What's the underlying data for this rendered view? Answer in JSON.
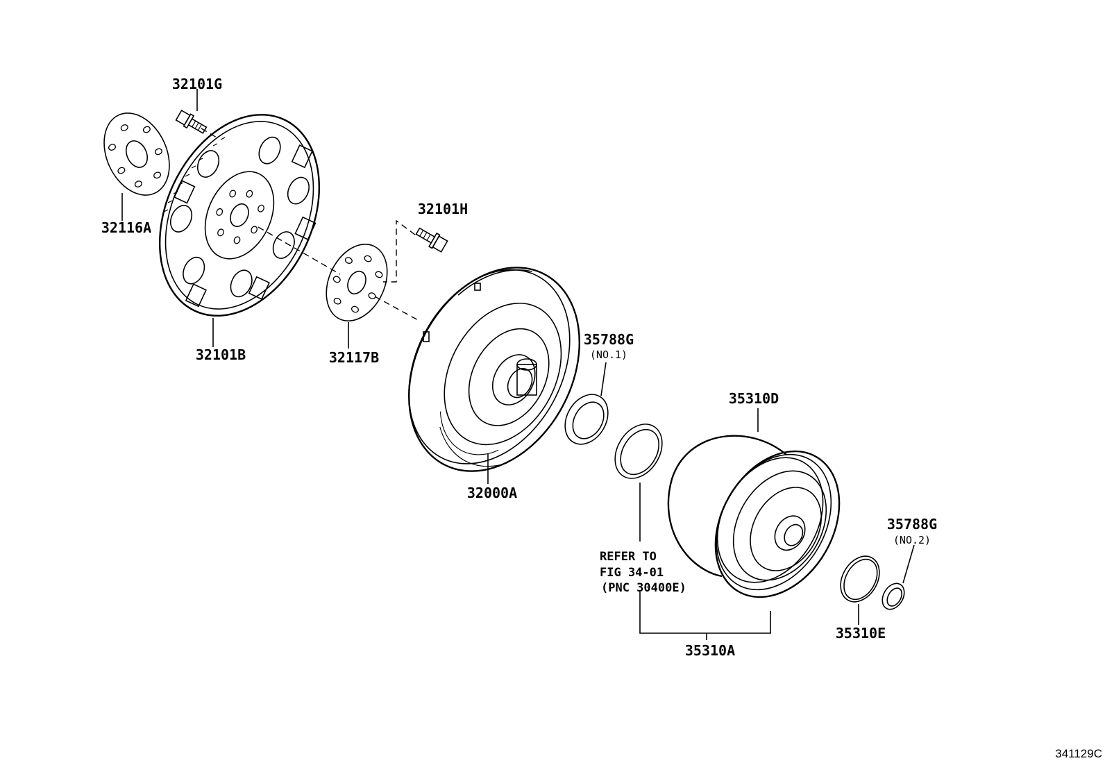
{
  "labels": {
    "p32101G": "32101G",
    "p32116A": "32116A",
    "p32101B": "32101B",
    "p32101H": "32101H",
    "p32117B": "32117B",
    "p32000A": "32000A",
    "p35788G_1": "35788G",
    "p35788G_1_note": "(NO.1)",
    "p35310D": "35310D",
    "p35788G_2": "35788G",
    "p35788G_2_note": "(NO.2)",
    "p35310E": "35310E",
    "p35310A": "35310A"
  },
  "refer_note": {
    "line1": "REFER TO",
    "line2": "FIG 34-01",
    "line3": "(PNC 30400E)"
  },
  "figure_id": "341129C"
}
